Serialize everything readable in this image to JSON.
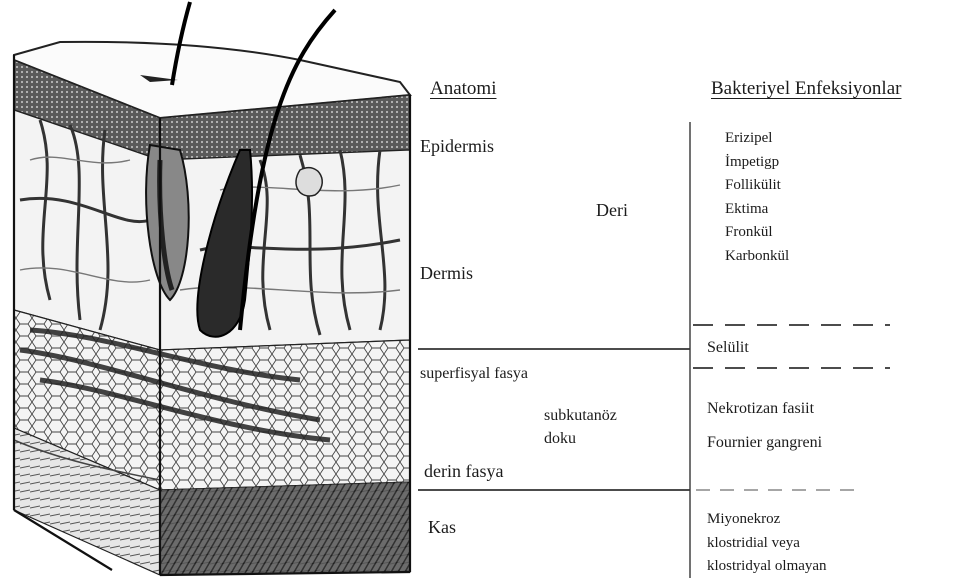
{
  "headers": {
    "anatomy": "Anatomi",
    "infections": "Bakteriyel Enfeksiyonlar"
  },
  "anatomy": {
    "epidermis": "Epidermis",
    "deri": "Deri",
    "dermis": "Dermis",
    "superficial_fascia": "superfisyal fasya",
    "subcutaneous_line1": "subkutanöz",
    "subcutaneous_line2": "doku",
    "deep_fascia": "derin fasya",
    "muscle": "Kas"
  },
  "infections": {
    "skin": [
      "Erizipel",
      "İmpetigp",
      "Follikülit",
      "Ektima",
      "Fronkül",
      "Karbonkül"
    ],
    "cellulitis": "Selülit",
    "subcutaneous": [
      "Nekrotizan fasiit",
      "Fournier gangreni"
    ],
    "muscle": [
      "Miyonekroz",
      "klostridial veya",
      "klostridyal olmayan"
    ]
  },
  "colors": {
    "ink": "#1a1a1a",
    "epidermis_dark": "#3a3a3a",
    "dermis_light": "#f2f2f2",
    "fat_fill": "#dcdcdc",
    "muscle_dark": "#2b2b2b",
    "dash_line": "#888888"
  },
  "illustration": {
    "subject": "skin-cross-section-block",
    "style": "black-and-white engraving"
  }
}
